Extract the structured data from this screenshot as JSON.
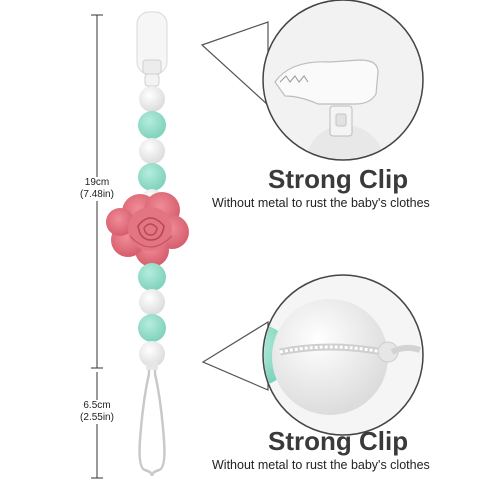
{
  "dimensions": {
    "total_cm": "19cm",
    "total_in": "(7.48in)",
    "strap_cm": "6.5cm",
    "strap_in": "(2.55in)"
  },
  "features": [
    {
      "title": "Strong Clip",
      "description": "Without metal to rust the baby's clothes"
    },
    {
      "title": "Strong Clip",
      "description": "Without metal to rust the baby's clothes"
    }
  ],
  "colors": {
    "mint_bead": "#8fdcc8",
    "white_bead": "#f2f2f2",
    "rose": "#e5707d",
    "rose_dark": "#c9505f",
    "heading": "#3a3a3a"
  }
}
